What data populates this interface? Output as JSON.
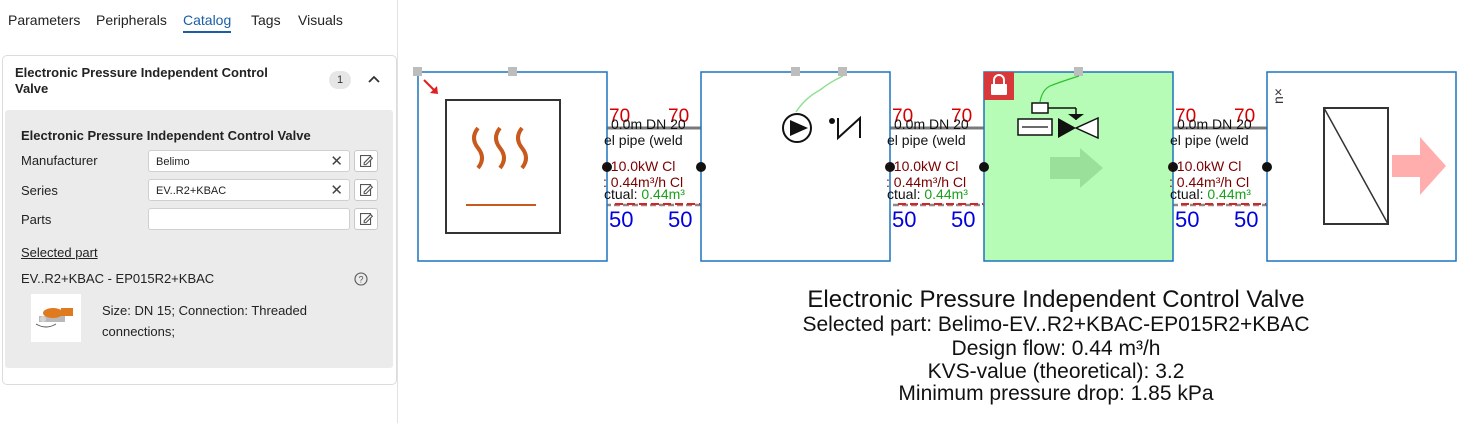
{
  "tabs": [
    {
      "label": "Parameters"
    },
    {
      "label": "Peripherals"
    },
    {
      "label": "Catalog"
    },
    {
      "label": "Tags"
    },
    {
      "label": "Visuals"
    }
  ],
  "active_tab": "Catalog",
  "card": {
    "title": "Electronic Pressure Independent Control Valve",
    "count": "1",
    "subtitle": "Electronic Pressure Independent Control Valve",
    "manufacturer_label": "Manufacturer",
    "manufacturer_value": "Belimo",
    "series_label": "Series",
    "series_value": "EV..R2+KBAC",
    "parts_label": "Parts",
    "parts_value": "",
    "selected_part_label": "Selected part",
    "part_name": "EV..R2+KBAC - EP015R2+KBAC",
    "part_description": "Size: DN 15; Connection: Threaded connections;"
  },
  "diagram": {
    "pipe_labels": {
      "temp_supply": "70",
      "temp_return": "50",
      "len": "0.0m DN 20",
      "pipe": "el pipe (weld",
      "power": ": 10.0kW Cl",
      "flow": ": 0.44m³/h Cl",
      "actual_prefix": "ctual: ",
      "actual_value": "0.44m³"
    },
    "info": {
      "title": "Electronic Pressure Independent Control Valve",
      "selected_part": "Selected part: Belimo-EV..R2+KBAC-EP015R2+KBAC",
      "design_flow": "Design flow: 0.44 m³/h",
      "kvs": "KVS-value (theoretical): 3.2",
      "min_drop": "Minimum pressure drop: 1.85 kPa"
    },
    "colors": {
      "box_border": "#1e73be",
      "selected_fill": "#b6fbb6",
      "supply_red": "#d40000",
      "return_blue": "#0000e0",
      "actual_green": "#1aa01a",
      "arrow_pink": "#ffadad",
      "arrow_green": "#8fd48f",
      "heater_orange": "#c85a1e",
      "lock_red": "#d9383a"
    },
    "icons": [
      "heater-icon",
      "pump-icon",
      "check-valve-icon",
      "control-valve-icon",
      "lock-icon",
      "heat-exchanger-icon",
      "flow-arrow-icon"
    ]
  }
}
